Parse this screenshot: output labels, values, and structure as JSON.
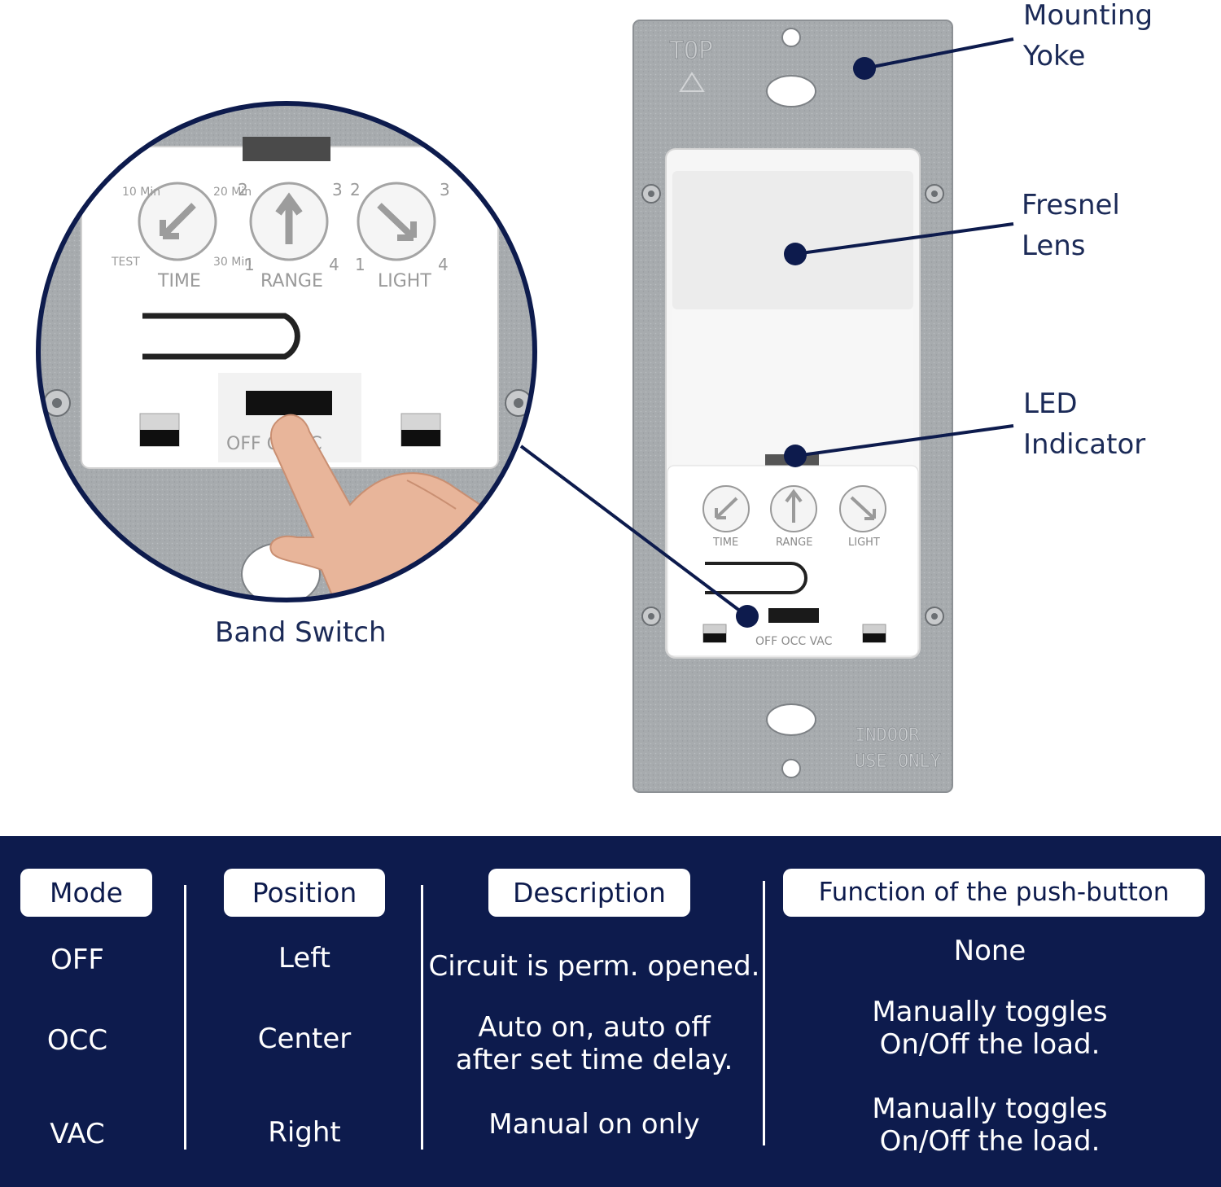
{
  "colors": {
    "navy": "#0d1b4d",
    "plate": "#a8acb0",
    "white": "#ffffff"
  },
  "callouts": {
    "mounting_yoke": [
      "Mounting",
      "Yoke"
    ],
    "fresnel_lens": [
      "Fresnel",
      "Lens"
    ],
    "led_indicator": [
      "LED",
      "Indicator"
    ],
    "band_switch": "Band Switch"
  },
  "plate": {
    "top_label": "TOP",
    "indoor_label": [
      "INDOOR",
      "USE ONLY"
    ]
  },
  "dials": {
    "time": {
      "label": "TIME",
      "marks": [
        "10 Min",
        "20 Min",
        "TEST",
        "30 Min"
      ]
    },
    "range": {
      "label": "RANGE",
      "marks": [
        "2",
        "3",
        "1",
        "4"
      ]
    },
    "light": {
      "label": "LIGHT",
      "marks": [
        "2",
        "3",
        "1",
        "4"
      ]
    }
  },
  "switch_label": "OFF OCC VAC",
  "zoom_switch_label": "OFF O   VAC",
  "table": {
    "headers": [
      "Mode",
      "Position",
      "Description",
      "Function of the push-button"
    ],
    "rows": [
      {
        "mode": "OFF",
        "position": "Left",
        "description": "Circuit is perm. opened.",
        "function": "None"
      },
      {
        "mode": "OCC",
        "position": "Center",
        "description": "Auto on, auto off after set time delay.",
        "function": "Manually toggles On/Off the load."
      },
      {
        "mode": "VAC",
        "position": "Right",
        "description": "Manual on only",
        "function": "Manually toggles On/Off the load."
      }
    ]
  },
  "icons": [
    "screw-icon",
    "arrow-icon",
    "hand-icon"
  ]
}
